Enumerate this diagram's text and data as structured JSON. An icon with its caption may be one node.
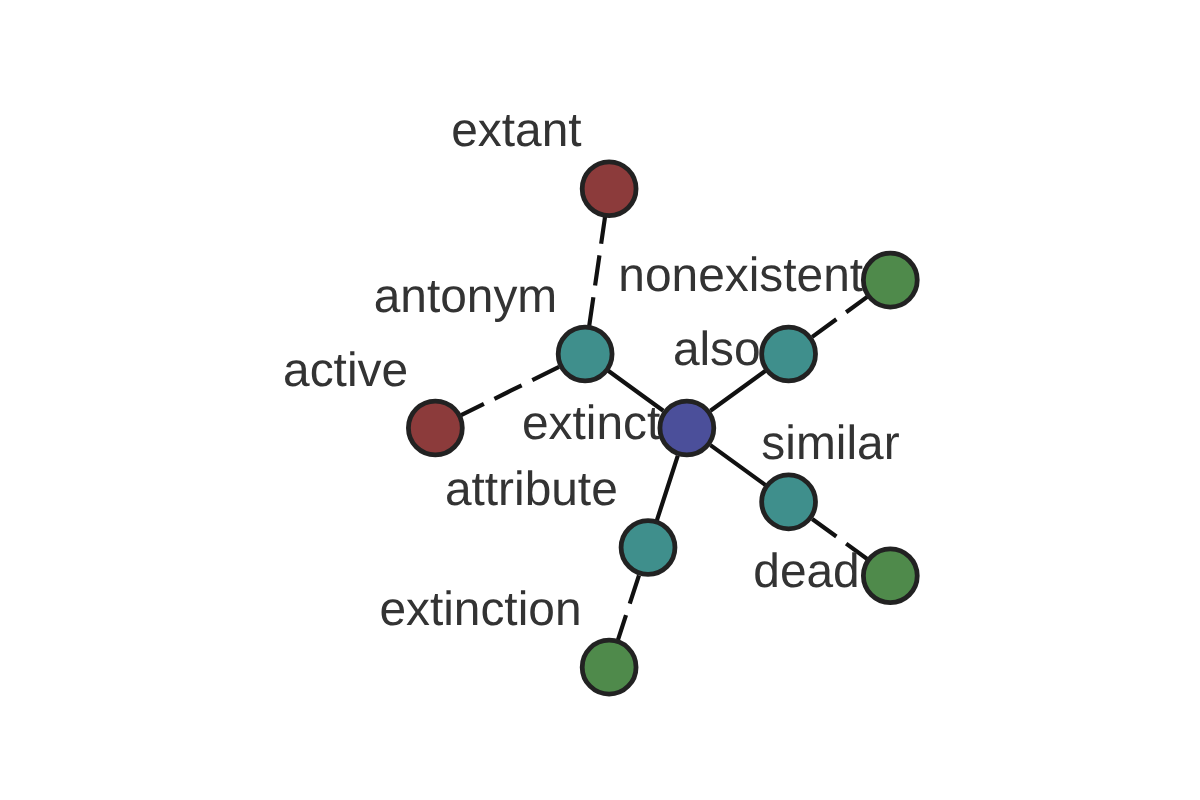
{
  "diagram": {
    "nodes": [
      {
        "text": [
          "nonexistent"
        ]
      },
      {
        "text": [
          "extant"
        ]
      },
      {
        "text": [
          "also"
        ]
      },
      {
        "text": [
          "active"
        ]
      },
      {
        "text": [
          "antonym"
        ]
      },
      {
        "text": [
          "extinct"
        ]
      },
      {
        "text": [
          "attribute"
        ]
      },
      {
        "text": [
          "extinction"
        ]
      },
      {
        "text": [
          "similar"
        ]
      },
      {
        "text": [
          "dead"
        ]
      }
    ],
    "edges": [
      {
        "from": 5,
        "to": 2,
        "arrow": "none"
      },
      {
        "from": 5,
        "to": 4,
        "arrow": "none"
      },
      {
        "from": 5,
        "to": 6,
        "arrow": "none"
      },
      {
        "from": 5,
        "to": 8,
        "arrow": "none"
      },
      {
        "from": 2,
        "to": 0,
        "arrow": "none",
        "style": "dashed"
      },
      {
        "from": 4,
        "to": 1,
        "arrow": "none",
        "style": "dashed"
      },
      {
        "from": 4,
        "to": 3,
        "arrow": "none",
        "style": "dashed"
      },
      {
        "from": 6,
        "to": 7,
        "arrow": "none",
        "style": "dashed"
      },
      {
        "from": 8,
        "to": 9,
        "arrow": "none",
        "style": "dashed"
      }
    ]
  }
}
